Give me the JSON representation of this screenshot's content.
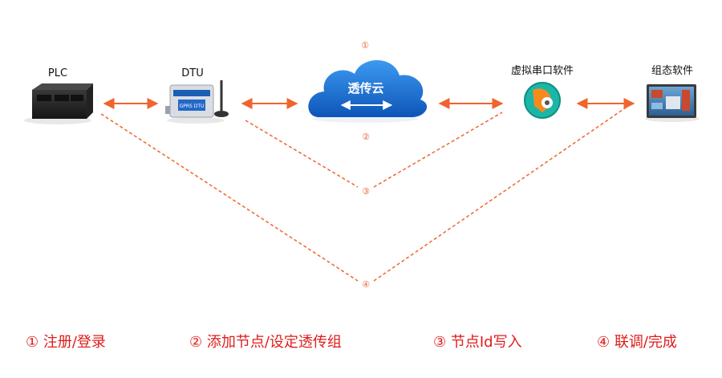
{
  "nodes": {
    "plc": {
      "label": "PLC"
    },
    "dtu": {
      "label": "DTU",
      "device_text": "GPRS DTU"
    },
    "cloud": {
      "label": "透传云"
    },
    "virtual_serial": {
      "label": "虚拟串口软件"
    },
    "scada": {
      "label": "组态软件"
    }
  },
  "markers": {
    "m1": "①",
    "m2": "②",
    "m3": "③",
    "m4": "④"
  },
  "steps": [
    {
      "text": "① 注册/登录"
    },
    {
      "text": "② 添加节点/设定透传组"
    },
    {
      "text": "③ 节点Id写入"
    },
    {
      "text": "④ 联调/完成"
    }
  ],
  "colors": {
    "accent": "#f0642d",
    "step_text": "#e01b1b",
    "cloud": "#1a73d1"
  }
}
